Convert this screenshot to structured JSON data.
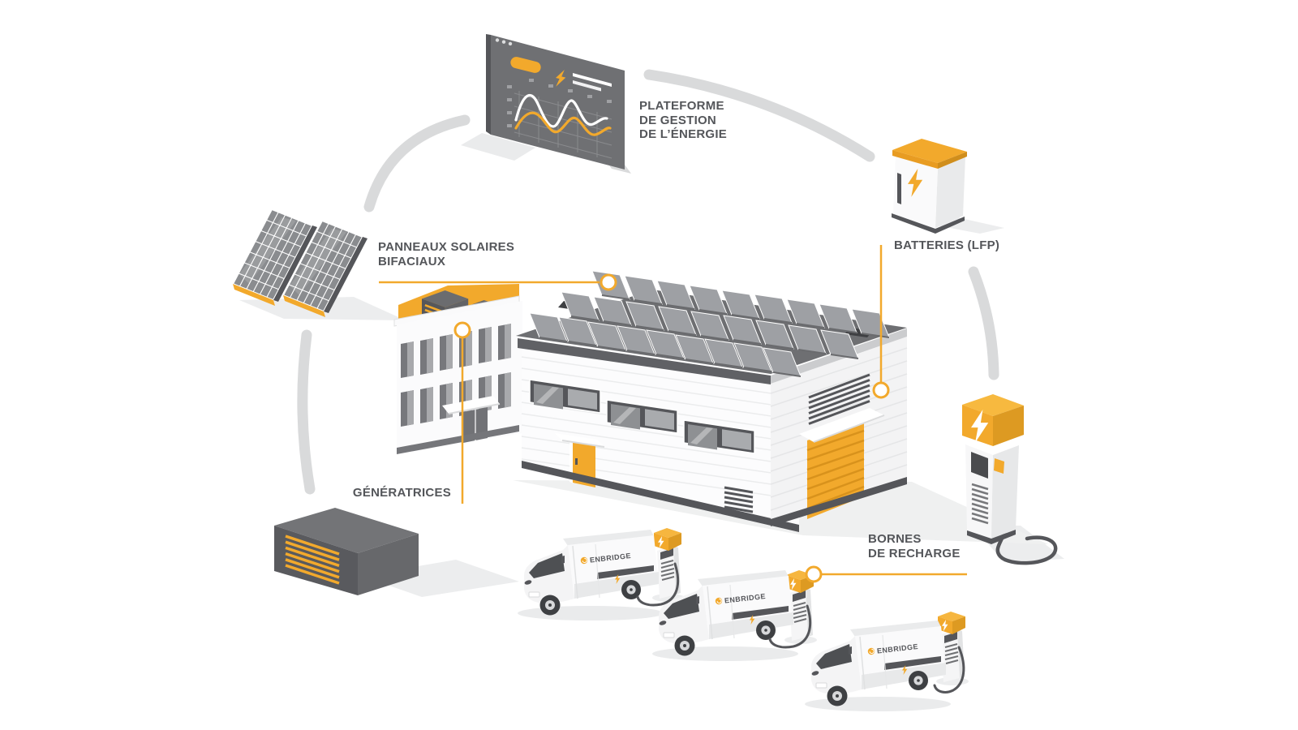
{
  "diagram": {
    "labels": {
      "platform": "PLATEFORME\nDE GESTION\nDE L’ÉNERGIE",
      "solar": "PANNEAUX SOLAIRES\nBIFACIAUX",
      "batteries": "BATTERIES (LFP)",
      "generators": "GÉNÉRATRICES",
      "chargers": "BORNES\nDE RECHARGE"
    },
    "vehicle_brand": "ENBRIDGE",
    "colors": {
      "accent_yellow": "#F2A92C",
      "accent_yellow_dark": "#D8921C",
      "dark_gray": "#55565A",
      "mid_gray": "#6F7073",
      "roof_gray": "#6E6F72",
      "arc_gray": "#D9DADB",
      "label_text": "#54565A",
      "background": "#FFFFFF"
    },
    "icons": {
      "lightning_bolt": "⚡",
      "browser_dots": "•••"
    }
  }
}
